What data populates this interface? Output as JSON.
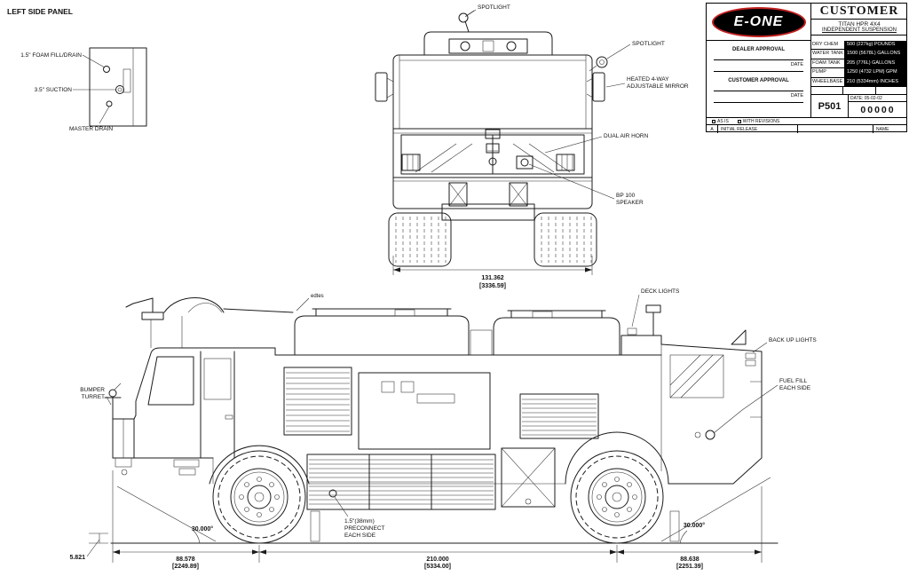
{
  "left_panel": {
    "title": "LEFT SIDE PANEL",
    "foam_fill_label": "1.5\" FOAM FILL/DRAIN",
    "suction_label": "3.5\" SUCTION",
    "master_drain_label": "MASTER DRAIN"
  },
  "front_view": {
    "spotlight_top_label": "SPOTLIGHT",
    "spotlight_side_label": "SPOTLIGHT",
    "mirror_label_line1": "HEATED 4-WAY",
    "mirror_label_line2": "ADJUSTABLE MIRROR",
    "air_horn_label": "DUAL AIR HORN",
    "speaker_label_line1": "BP 100",
    "speaker_label_line2": "SPEAKER",
    "width_in": "131.362",
    "width_mm": "[3336.59]"
  },
  "side_view": {
    "top_label": "edtes",
    "deck_lights_label": "DECK LIGHTS",
    "backup_lights_label": "BACK UP LIGHTS",
    "fuel_fill_line1": "FUEL FILL",
    "fuel_fill_line2": "EACH SIDE",
    "bumper_turret_line1": "BUMPER",
    "bumper_turret_line2": "TURRET",
    "preconnect_line1": "1.5\"(38mm)",
    "preconnect_line2": "PRECONNECT",
    "preconnect_line3": "EACH SIDE",
    "front_angle": "30.000°",
    "rear_angle": "30.000°",
    "wheelbase_in": "210.000",
    "wheelbase_mm": "[5334.00]",
    "front_overhang_in": "88.578",
    "front_overhang_mm": "[2249.89]",
    "rear_overhang_in": "88.638",
    "rear_overhang_mm": "[2251.39]",
    "clearance": "5.821"
  },
  "title_block": {
    "logo_text": "E-ONE",
    "customer_heading": "CUSTOMER",
    "model": "TITAN HPR 4X4",
    "suspension": "INDEPENDENT SUSPENSION",
    "specs": [
      {
        "label": "DRY CHEM",
        "value": "500 (227kg) POUNDS"
      },
      {
        "label": "WATER TANK",
        "value": "1500 (5678L) GALLONS"
      },
      {
        "label": "FOAM TANK",
        "value": "205 (776L) GALLONS"
      },
      {
        "label": "PUMP",
        "value": "1250 (4732 LPM) GPM"
      },
      {
        "label": "WHEELBASE",
        "value": "210 (5334mm) INCHES"
      }
    ],
    "dealer_approval_label": "DEALER APPROVAL",
    "dealer_date_label": "DATE",
    "customer_approval_label": "CUSTOMER APPROVAL",
    "customer_date_label": "DATE",
    "drawing_number": "P501",
    "date_value": "DATE: 05-02-02",
    "serial_number": "00000",
    "as_is_label": "AS IS",
    "with_revisions_label": "WITH REVISIONS",
    "revision_letter": "A",
    "initial_release_label": "INITIAL RELEASE",
    "name_label": "NAME"
  }
}
